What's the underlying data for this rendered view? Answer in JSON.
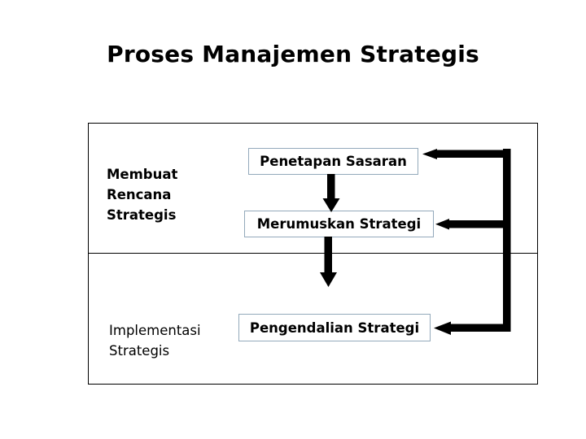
{
  "slide": {
    "title": "Proses Manajemen Strategis"
  },
  "diagram": {
    "phases": [
      {
        "id": "perencanaan",
        "label": "Membuat\nRencana\nStrategis"
      },
      {
        "id": "implementasi",
        "label": "Implementasi\nStrategis"
      }
    ],
    "steps": [
      {
        "id": "penetapan-sasaran",
        "label": "Penetapan Sasaran"
      },
      {
        "id": "merumuskan-strategi",
        "label": "Merumuskan Strategi"
      },
      {
        "id": "pengendalian-strategi",
        "label": "Pengendalian Strategi"
      }
    ],
    "colors": {
      "box_border": "#93a9bb",
      "frame_border": "#000000",
      "arrow": "#000000",
      "text": "#000000",
      "background": "#ffffff"
    }
  }
}
